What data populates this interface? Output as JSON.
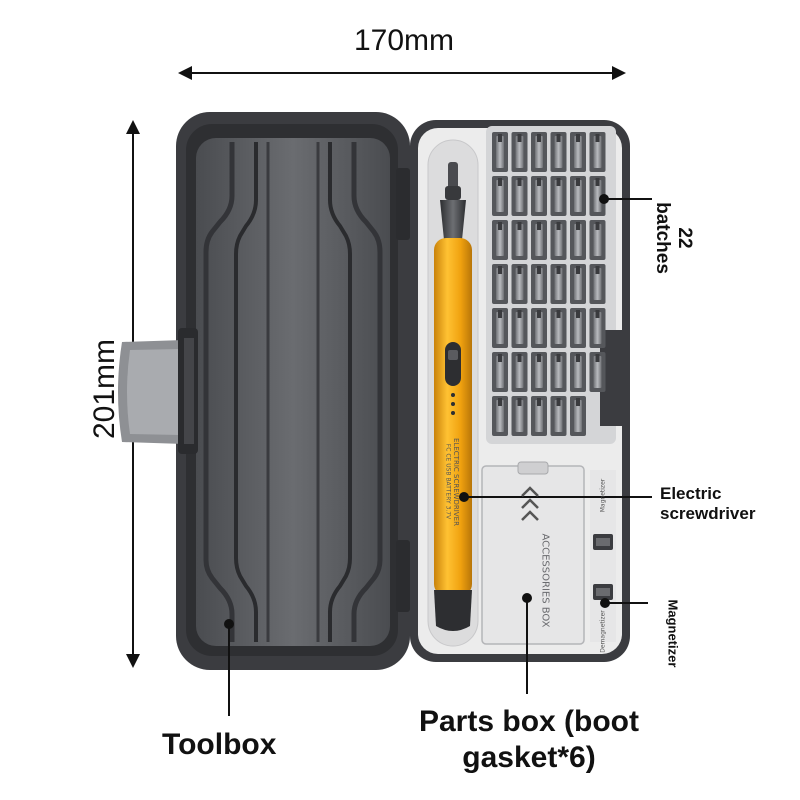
{
  "dimensions": {
    "width_label": "170mm",
    "height_label": "201mm"
  },
  "labels": {
    "toolbox": "Toolbox",
    "parts_box": "Parts box (boot gasket*6)",
    "electric_screwdriver": "Electric screwdriver",
    "bit_batches": "22 batches",
    "magnetizer": "Magnetizer"
  },
  "product_printing": {
    "screwdriver_name": "ELECTRIC SCREWDRIVER",
    "battery_text": "FC CE USB BATTERY 3.7V",
    "accessories_box": "ACCESSORIES BOX",
    "magnetizer_mark": "Magnetizer",
    "demagnetizer_mark": "Demagnetizer"
  },
  "colors": {
    "case_dark": "#3f4043",
    "lid_panel": "#55575b",
    "tray_light": "#ececec",
    "screwdriver_yellow": "#f2a814",
    "bit_silver": "#8c8e92",
    "arrow": "#111111"
  }
}
